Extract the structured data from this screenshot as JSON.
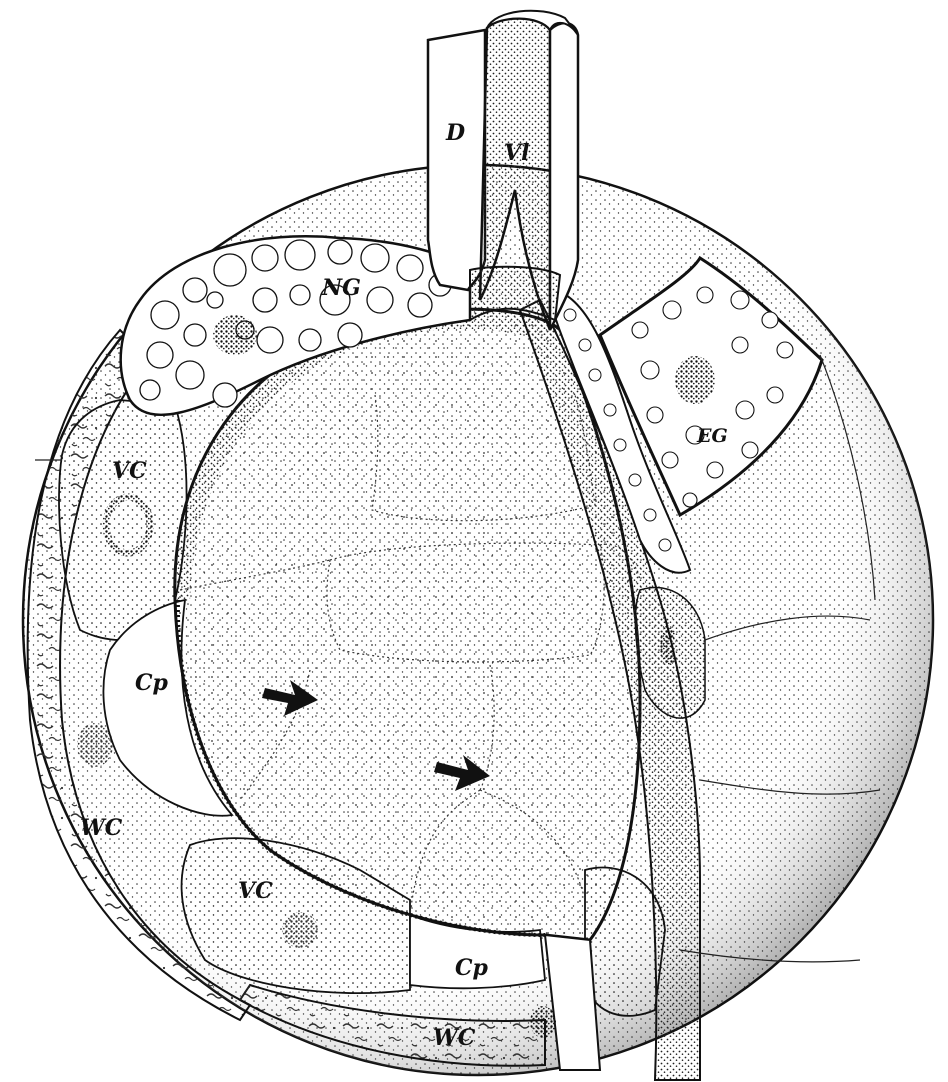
{
  "labels": {
    "D": "D",
    "Vl": "Vl",
    "NG": "NG",
    "EG": "EG",
    "VC_upper": "VC",
    "VC_lower": "VC",
    "Cp_left": "Cp",
    "Cp_bottom": "Cp",
    "WC_left": "WC",
    "WC_bottom": "WC"
  },
  "colors": {
    "ink": "#111111",
    "paper": "#ffffff",
    "stipple": "#2a2a2a"
  }
}
